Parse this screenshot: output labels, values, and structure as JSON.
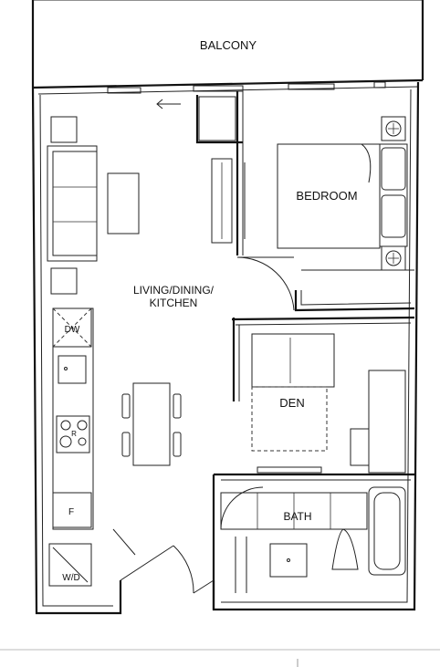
{
  "rooms": {
    "balcony": "BALCONY",
    "bedroom": "BEDROOM",
    "living_line1": "LIVING/DINING/",
    "living_line2": "KITCHEN",
    "den": "DEN",
    "bath": "BATH"
  },
  "appliances": {
    "dishwasher": "DW",
    "fridge": "F",
    "washer_dryer": "W/D",
    "range_mark": "R"
  },
  "icons": {
    "direction_arrow": "left-arrow-icon",
    "electrical": "outlet-icon"
  }
}
